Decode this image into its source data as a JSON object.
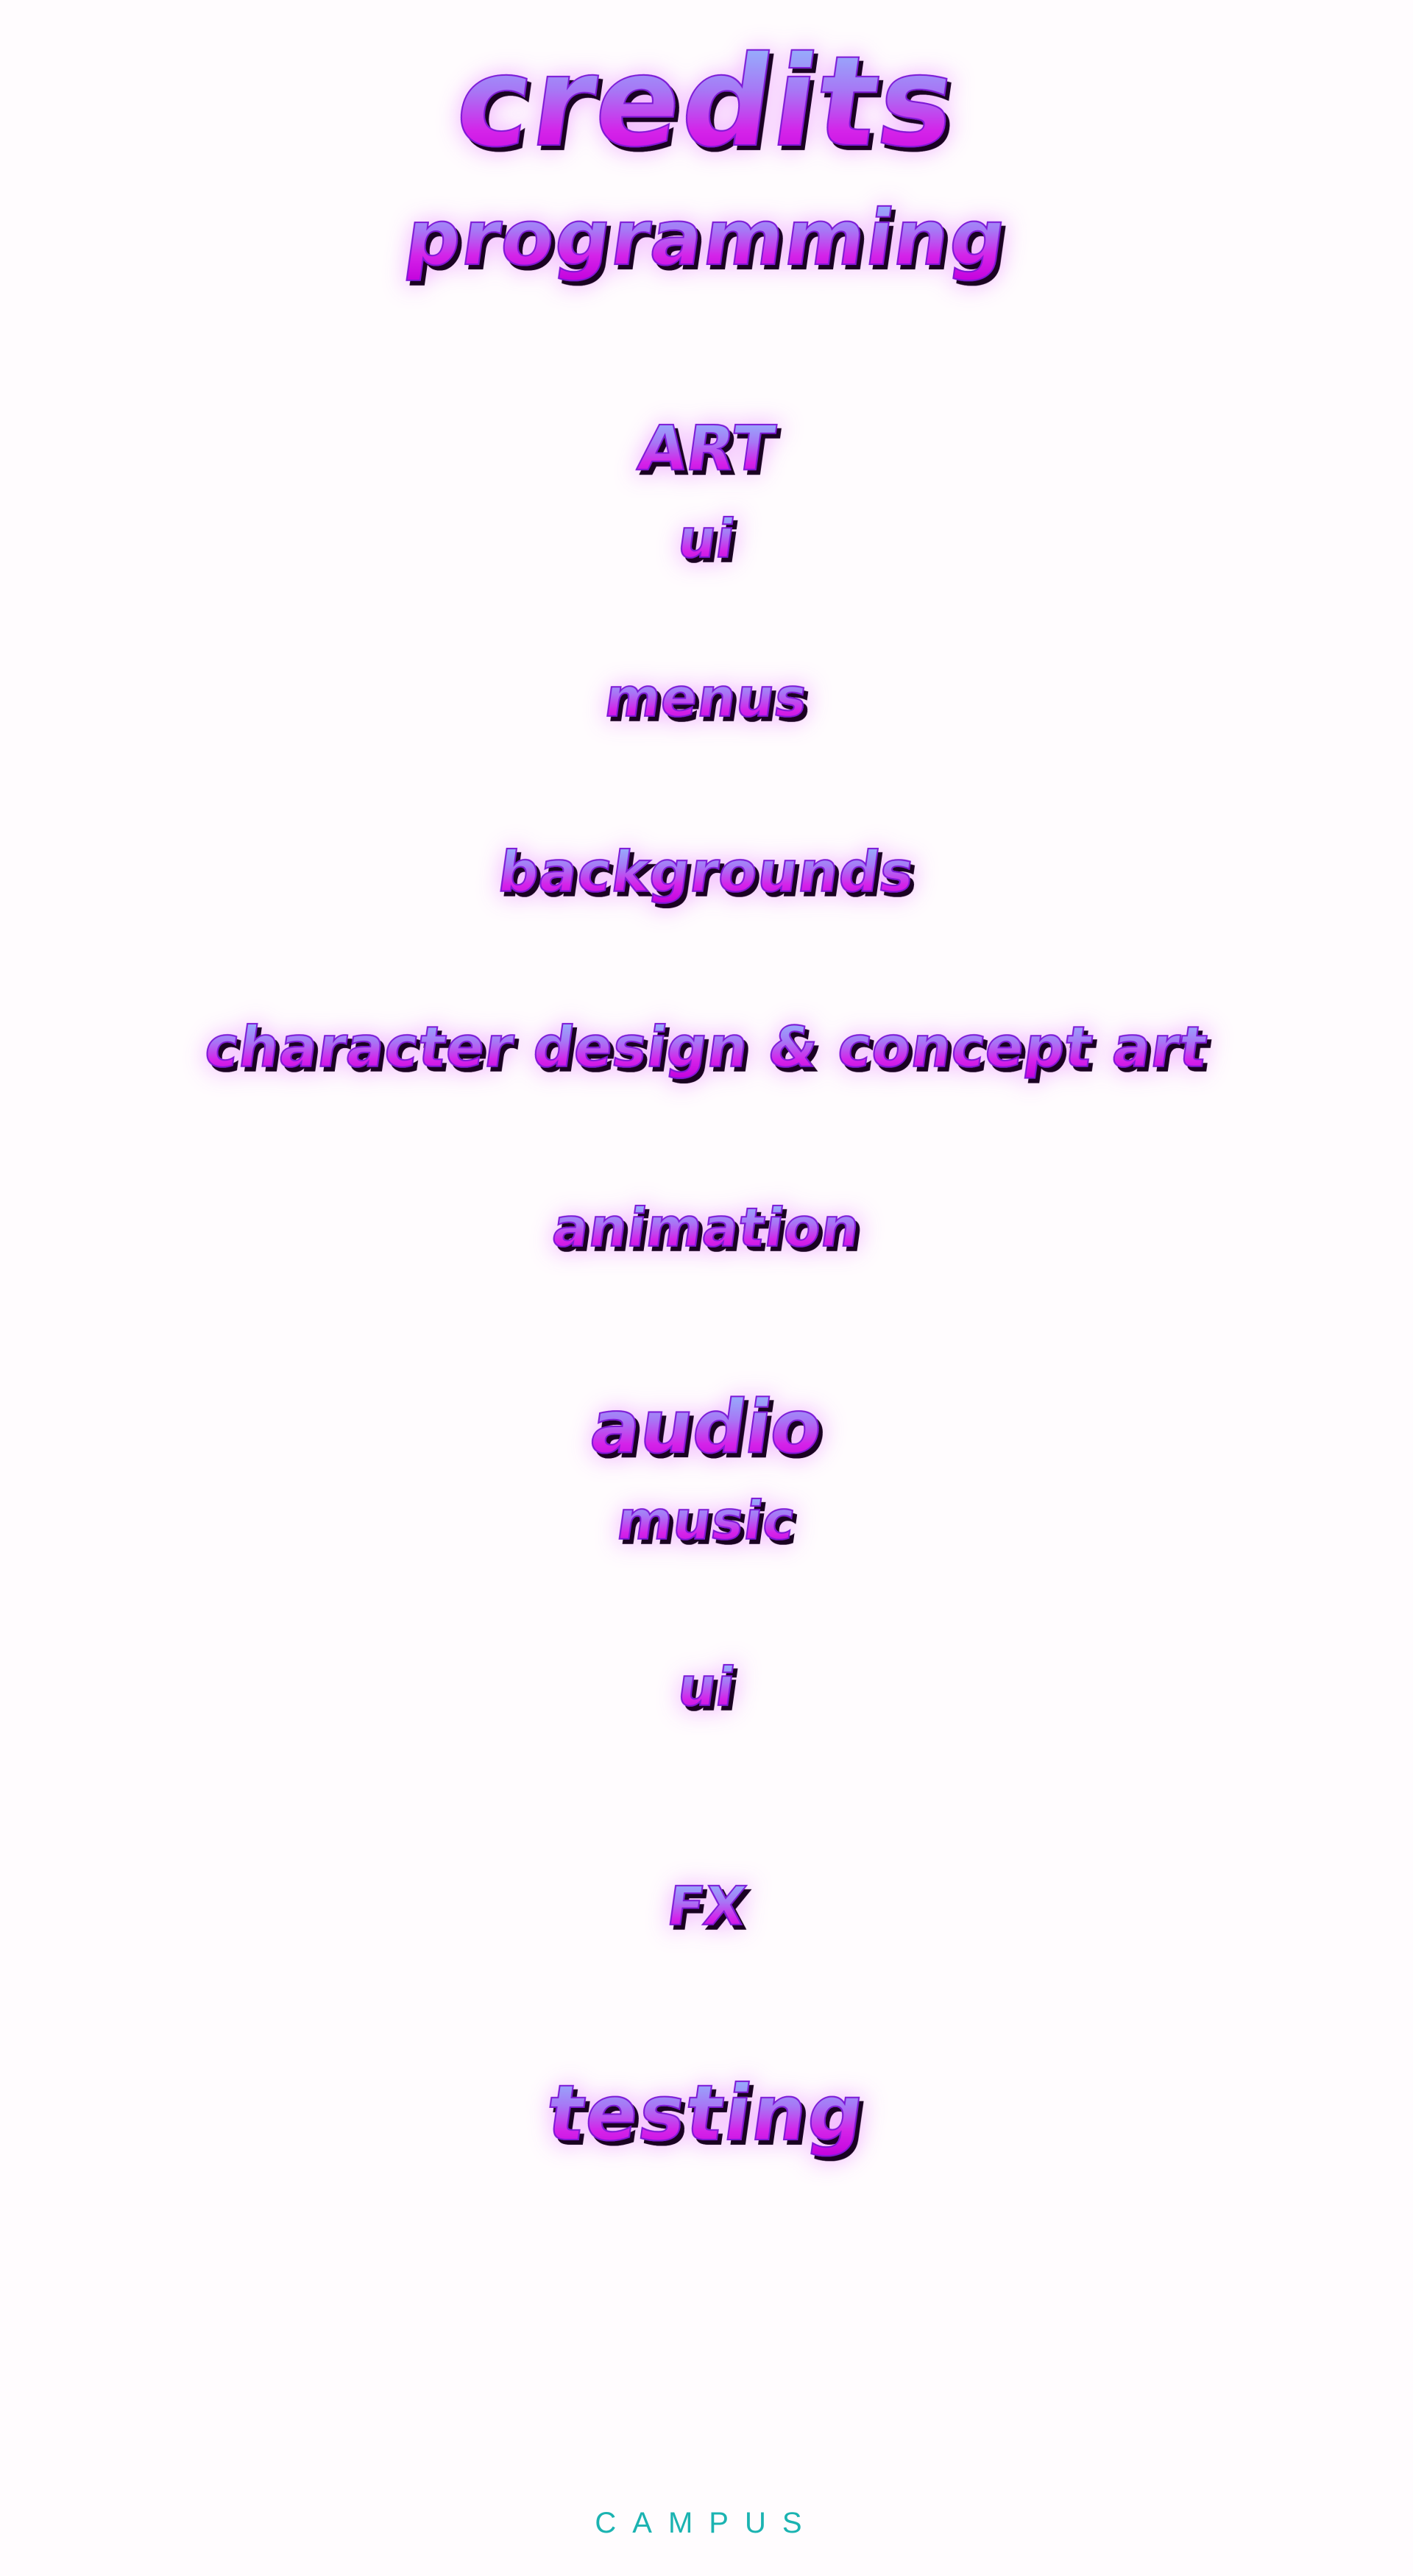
{
  "title": "credits",
  "sections": {
    "programming": "programming",
    "art": "ART",
    "art_items": {
      "ui": "ui",
      "menus": "menus",
      "backgrounds": "backgrounds",
      "character_design": "character design & concept art",
      "animation": "animation"
    },
    "audio": "Audio",
    "audio_items": {
      "music": "music",
      "ui": "ui",
      "fx": "FX"
    },
    "testing": "Testing"
  },
  "footer": {
    "logo_text": "CAMPUS"
  },
  "colors": {
    "background": "#fffcfe",
    "gradient_top": "#8ec6ff",
    "gradient_bottom": "#c300dc",
    "shadow": "#1a0222",
    "logo": "#1bb3b1"
  }
}
